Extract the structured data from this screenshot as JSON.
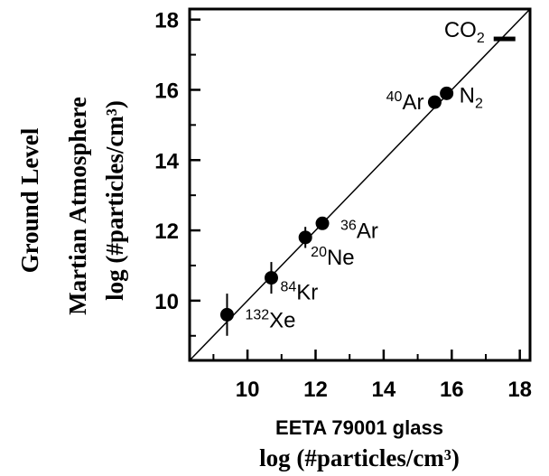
{
  "chart_data": {
    "type": "scatter",
    "xlabel": [
      "EETA 79001 glass",
      "log (#particles/cm³)"
    ],
    "ylabel": [
      "Ground Level",
      "Martian Atmosphere",
      "log (#particles/cm³)"
    ],
    "xlim": [
      8.3,
      18.3
    ],
    "ylim": [
      8.3,
      18.3
    ],
    "xticks": [
      10,
      12,
      14,
      16,
      18
    ],
    "yticks": [
      10,
      12,
      14,
      16,
      18
    ],
    "tick_labels": {
      "x": [
        "10",
        "12",
        "14",
        "16",
        "18"
      ],
      "y": [
        "10",
        "12",
        "14",
        "16",
        "18"
      ]
    },
    "reference_line": {
      "from": [
        8.3,
        8.3
      ],
      "to": [
        18.3,
        18.3
      ]
    },
    "points": [
      {
        "label_sup": "132",
        "label_main": "Xe",
        "label_sub": "",
        "x": 9.4,
        "y": 9.6,
        "yerr": 0.6,
        "marker": "dot"
      },
      {
        "label_sup": "84",
        "label_main": "Kr",
        "label_sub": "",
        "x": 10.7,
        "y": 10.65,
        "yerr": 0.45,
        "marker": "dot"
      },
      {
        "label_sup": "20",
        "label_main": "Ne",
        "label_sub": "",
        "x": 11.7,
        "y": 11.8,
        "yerr": 0.3,
        "marker": "dot"
      },
      {
        "label_sup": "36",
        "label_main": "Ar",
        "label_sub": "",
        "x": 12.2,
        "y": 12.2,
        "yerr": 0,
        "marker": "dot"
      },
      {
        "label_sup": "40",
        "label_main": "Ar",
        "label_sub": "",
        "x": 15.5,
        "y": 15.65,
        "yerr": 0,
        "marker": "dot"
      },
      {
        "label_sup": "",
        "label_main": "N",
        "label_sub": "2",
        "x": 15.85,
        "y": 15.9,
        "yerr": 0,
        "marker": "dot"
      },
      {
        "label_sup": "",
        "label_main": "CO",
        "label_sub": "2",
        "x": 17.55,
        "y": 17.45,
        "yerr": 0,
        "marker": "dash"
      }
    ]
  }
}
